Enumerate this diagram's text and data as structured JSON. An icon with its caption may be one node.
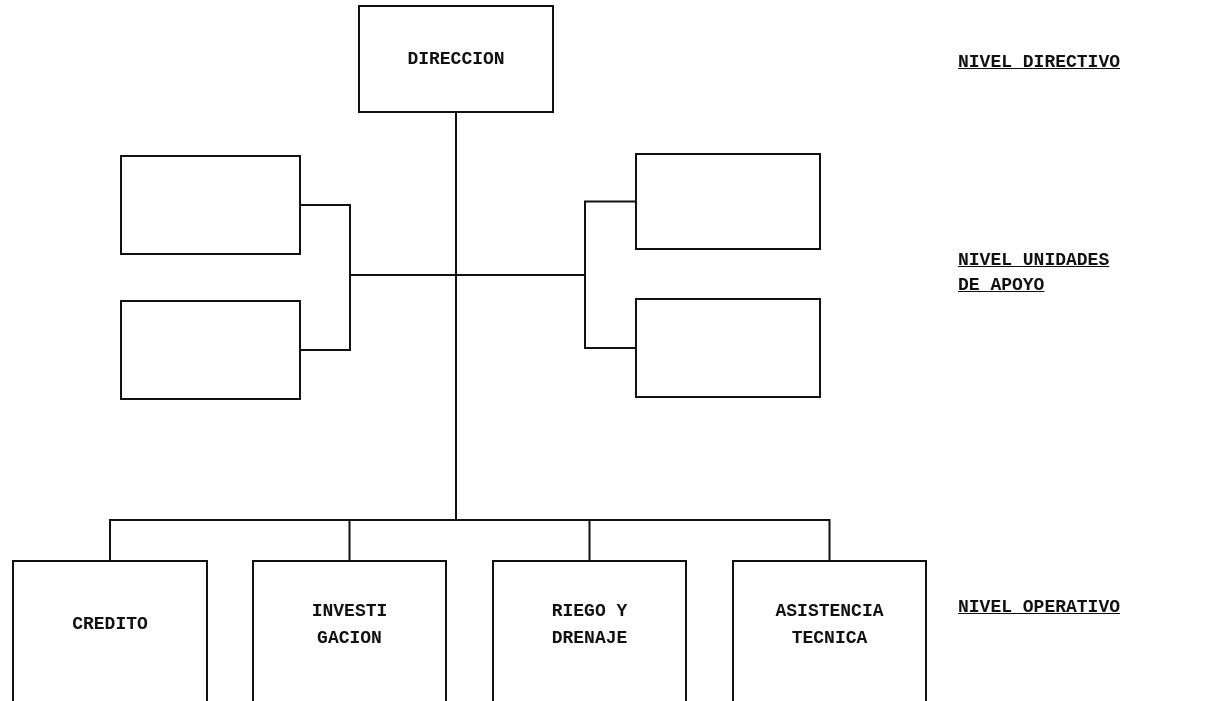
{
  "diagram": {
    "nodes": [
      {
        "text": [
          "DIRECCION"
        ]
      },
      {
        "text": [],
        "shape": "box"
      },
      {
        "text": [],
        "shape": "box"
      },
      {
        "text": [],
        "shape": "box"
      },
      {
        "text": [],
        "shape": "box"
      },
      {
        "text": [
          "CREDITO"
        ]
      },
      {
        "text": [
          "INVESTI GACION"
        ]
      },
      {
        "text": [
          "RIEGO Y DRENAJE"
        ]
      },
      {
        "text": [
          "ASISTENCIA TECNICA"
        ]
      }
    ],
    "edges": [
      {
        "from": 0,
        "to": 1,
        "arrow": "none"
      },
      {
        "from": 0,
        "to": 2,
        "arrow": "none"
      },
      {
        "from": 0,
        "to": 3,
        "arrow": "none"
      },
      {
        "from": 0,
        "to": 4,
        "arrow": "none"
      },
      {
        "from": 0,
        "to": 5,
        "arrow": "none"
      },
      {
        "from": 0,
        "to": 6,
        "arrow": "none"
      },
      {
        "from": 0,
        "to": 7,
        "arrow": "none"
      },
      {
        "from": 0,
        "to": 8,
        "arrow": "none"
      }
    ],
    "labels": [
      "NIVEL DIRECTIVO",
      "NIVEL UNIDADES DE APOYO",
      "NIVEL OPERATIVO"
    ]
  }
}
